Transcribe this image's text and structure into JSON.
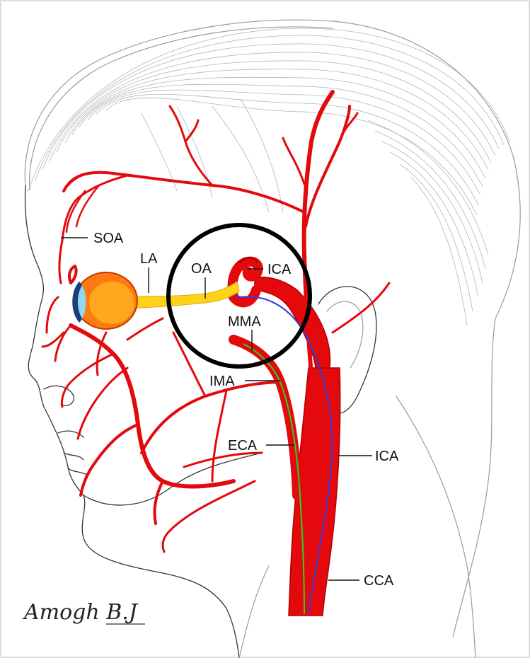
{
  "colors": {
    "artery": "#e3090d",
    "artery_dark": "#b30000",
    "ica_trace": "#3a3ad8",
    "eca_trace": "#2bd12b",
    "ophthalmic": "#ffd21a",
    "circle": "#000000",
    "sketch": "#9a9a9a"
  },
  "labels": {
    "soa": "SOA",
    "la": "LA",
    "oa": "OA",
    "ica_top": "ICA",
    "mma": "MMA",
    "ima": "IMA",
    "eca": "ECA",
    "ica_side": "ICA",
    "cca": "CCA"
  },
  "signature": "Amogh B.J"
}
